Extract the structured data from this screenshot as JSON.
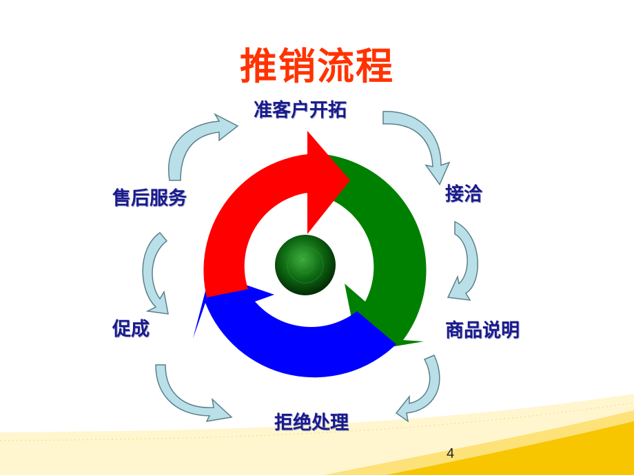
{
  "title": "推销流程",
  "steps": [
    "准客户开拓",
    "接洽",
    "商品说明",
    "拒绝处理",
    "促成",
    "售后服务"
  ],
  "page_number": "4",
  "colors": {
    "title": "#ff3300",
    "step_text": "#1a1a8c",
    "arrow_red": "#ff0000",
    "arrow_green": "#008000",
    "arrow_blue": "#0000ff",
    "small_arrow": "#b9dfe8",
    "swoosh": "#f7c600"
  },
  "icons": [
    "cycle-arrows-icon",
    "center-sphere-icon",
    "curved-arrow-icon"
  ]
}
